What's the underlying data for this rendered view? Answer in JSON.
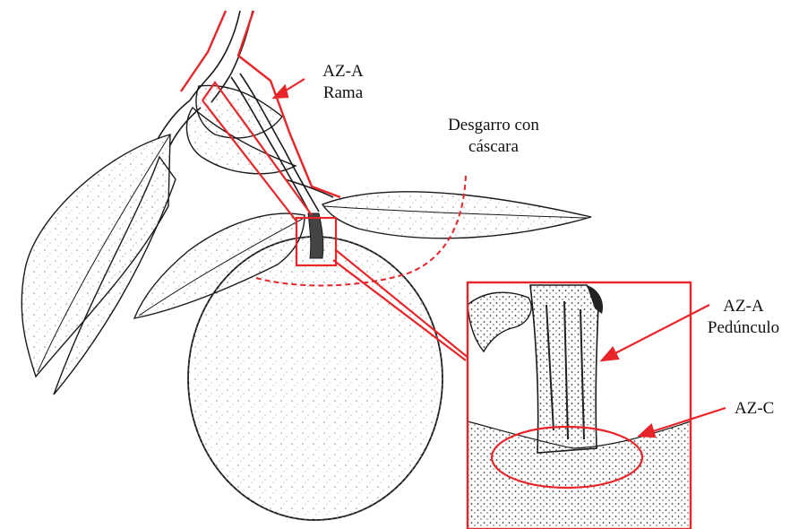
{
  "labels": {
    "aza_rama_line1": "AZ-A",
    "aza_rama_line2": "Rama",
    "desgarro_line1": "Desgarro con",
    "desgarro_line2": "cáscara",
    "aza_peduncle_line1": "AZ-A",
    "aza_peduncle_line2": "Pedúnculo",
    "azc": "AZ-C"
  },
  "colors": {
    "annotation": "#e8262a",
    "ink": "#1a1a1a",
    "background": "#ffffff"
  }
}
